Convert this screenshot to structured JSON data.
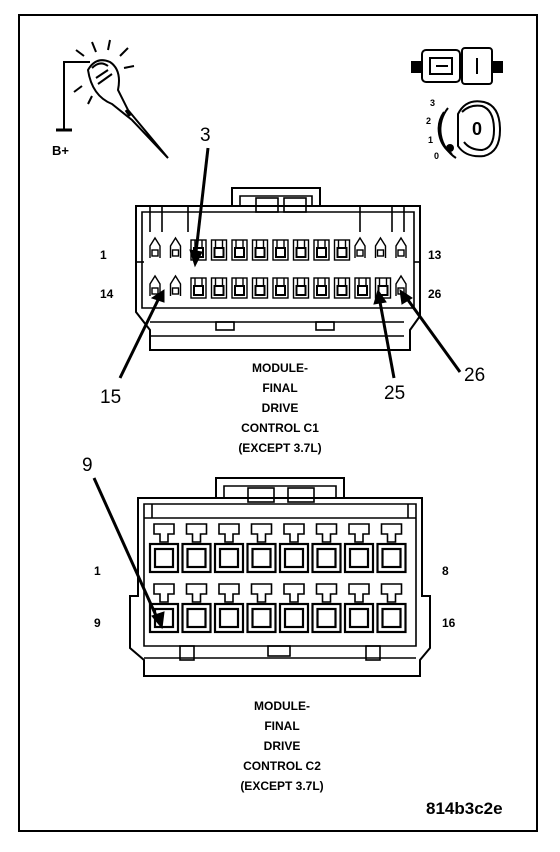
{
  "probe": {
    "label": "B+"
  },
  "connector_c1": {
    "title_lines": [
      "MODULE-",
      "FINAL",
      "DRIVE",
      "CONTROL C1",
      "(EXCEPT 3.7L)"
    ],
    "pin_labels": {
      "top_left": "1",
      "top_right": "13",
      "bottom_left": "14",
      "bottom_right": "26"
    },
    "callouts": {
      "a": "3",
      "b": "15",
      "c": "25",
      "d": "26"
    }
  },
  "connector_c2": {
    "title_lines": [
      "MODULE-",
      "FINAL",
      "DRIVE",
      "CONTROL C2",
      "(EXCEPT 3.7L)"
    ],
    "pin_labels": {
      "top_left": "1",
      "top_right": "8",
      "bottom_left": "9",
      "bottom_right": "16"
    },
    "callouts": {
      "a": "9"
    }
  },
  "figure_id": "814b3c2e",
  "ignition": {
    "positions": [
      "3",
      "2",
      "1",
      "0"
    ],
    "key_glyph": "0"
  }
}
